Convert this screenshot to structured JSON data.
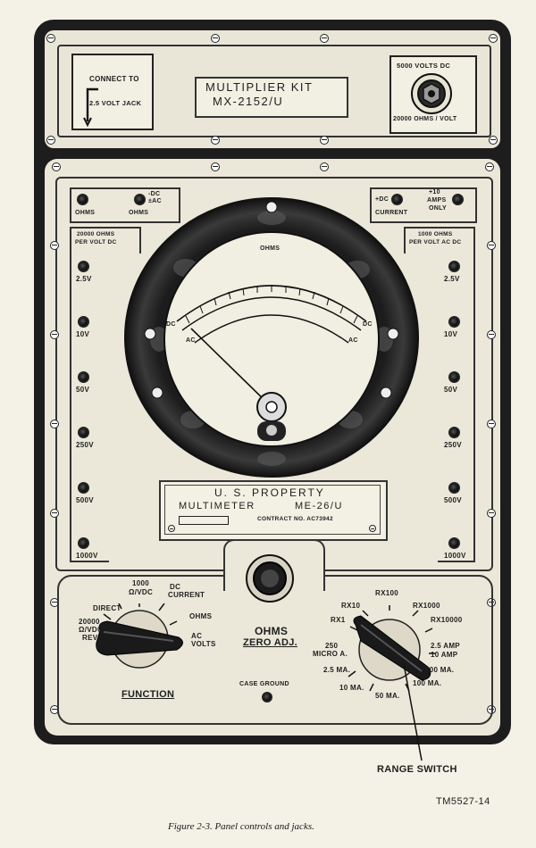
{
  "multiplier": {
    "connect_line1": "CONNECT TO",
    "connect_line2": "2.5 VOLT JACK",
    "title_line1": "MULTIPLIER KIT",
    "title_line2": "MX-2152/U",
    "volts_top": "5000 VOLTS DC",
    "volts_bottom": "20000 OHMS / VOLT"
  },
  "top_jacks": {
    "ohms1": "OHMS",
    "ohms2": "OHMS",
    "dc_ac": "-DC\n±AC",
    "dc_current_a": "+DC",
    "dc_current_b": "CURRENT",
    "amps_a": "+10",
    "amps_b": "AMPS",
    "amps_c": "ONLY"
  },
  "left_column": {
    "header1": "20000 OHMS",
    "header2": "PER VOLT DC",
    "ranges": [
      "2.5V",
      "10V",
      "50V",
      "250V",
      "500V",
      "1000V"
    ]
  },
  "right_column": {
    "header1": "1000 OHMS",
    "header2": "PER VOLT AC DC",
    "ranges": [
      "2.5V",
      "10V",
      "50V",
      "250V",
      "500V",
      "1000V"
    ]
  },
  "meter": {
    "ohms_label": "OHMS",
    "dc_left": "DC",
    "ac_left": "AC",
    "dc_right": "DC",
    "ac_right": "AC"
  },
  "nameplate": {
    "line1": "U. S. PROPERTY",
    "line2a": "MULTIMETER",
    "line2b": "ME-26/U",
    "line3": "CONTRACT NO. AC73942"
  },
  "function_switch": {
    "label": "FUNCTION",
    "pos_direct": "DIRECT",
    "pos_1000a": "1000",
    "pos_1000b": "Ω/VDC",
    "pos_dc_a": "DC",
    "pos_dc_b": "CURRENT",
    "pos_ohms": "OHMS",
    "pos_ac_a": "AC",
    "pos_ac_b": "VOLTS",
    "pos_20000a": "20000",
    "pos_20000b": "Ω/VDC",
    "pos_20000c": "REV."
  },
  "ohms_zero": {
    "line1": "OHMS",
    "line2": "ZERO ADJ."
  },
  "case_ground": "CASE GROUND",
  "range_switch": {
    "label": "RANGE SWITCH",
    "positions": {
      "rx1": "RX1",
      "rx10": "RX10",
      "rx100": "RX100",
      "rx1000": "RX1000",
      "rx10000": "RX10000",
      "amp25": "2.5 AMP",
      "amp10": "10 AMP",
      "ma500": "500 MA.",
      "ma100": "100 MA.",
      "ma50": "50 MA.",
      "ma10": "10 MA.",
      "ma25": "2.5 MA.",
      "micro_a": "250",
      "micro_b": "MICRO A."
    }
  },
  "figure_id": "TM5527-14",
  "caption": "Figure 2-3. Panel controls and jacks."
}
